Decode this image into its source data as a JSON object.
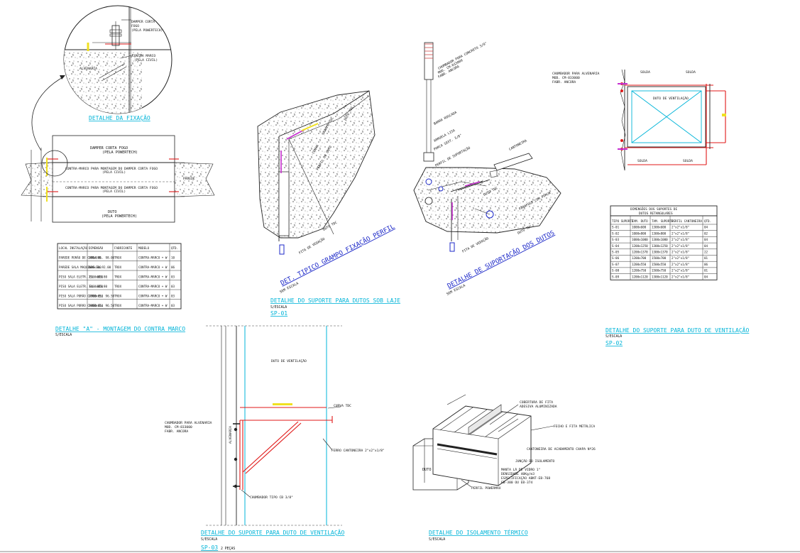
{
  "fixacao": {
    "damper_corta": "DAMPER CORTA",
    "fogo": "FOGO",
    "pela_powertech": "(PELA POWERTECH)",
    "contra_marco": "CONTRA MARCO",
    "pela_civil": "(PELA CIVIL)",
    "alvenaria": "ALVENARIA",
    "caption": "DETALHE DA FIXAÇÃO"
  },
  "montagem": {
    "damper_label": "DAMPER CORTA FOGO",
    "damper_sub": "(PELA POWERTECH)",
    "cm_top": "CONTRA-MARCO PARA MONTAGEM DO DAMPER CORTA FOGO",
    "cm_top_sub": "(PELA CIVIL)",
    "cm_bot": "CONTRA-MARCO PARA MONTAGEM DO DAMPER CORTA FOGO",
    "cm_bot_sub": "(PELA CIVIL)",
    "parede": "PAREDE",
    "duto": "DUTO",
    "duto_sub": "(PELA POWERTECH)",
    "caption": "DETALHE \"A\" - MONTAGEM DO CONTRA MARCO",
    "scale": "S/ESCALA"
  },
  "damper_table": {
    "headers": [
      "LOCAL INSTALAÇÃO",
      "DIMENSÃO",
      "FABRICANTE",
      "MODELO",
      "QTD."
    ],
    "rows": [
      [
        "PAREDE PORÃO DE CARGA EL. 98.00",
        "300x300",
        "TROX",
        "CONTRA-MARCO + W",
        "10"
      ],
      [
        "PAREDE SALA MAQUINAS EL.92.00",
        "600x300",
        "TROX",
        "CONTRA-MARCO + W",
        "06"
      ],
      [
        "PISO SALA ELETR. EL. 101.80",
        "2300x650",
        "TROX",
        "CONTRA-MARCO + W",
        "03"
      ],
      [
        "PISO SALA ELETR. EL. 101.80",
        "1400x650",
        "TROX",
        "CONTRA-MARCO + W",
        "03"
      ],
      [
        "PISO SALA PORÃO CARGO EL. 96.50",
        "2300x650",
        "TROX",
        "CONTRA-MARCO + W",
        "03"
      ],
      [
        "PISO SALA PORÃO CARGO EL. 96.50",
        "1400x650",
        "TROX",
        "CONTRA-MARCO + W",
        "03"
      ]
    ]
  },
  "grampo": {
    "title": "DET. TIPICO GRAMPO FIXAÇÃO PERFIL",
    "scale": "SEM ESCALA",
    "lbl_grampo": "GRAMPO TDC",
    "lbl_duto": "DUTO TDC",
    "lbl_cunha": "CUNHA",
    "lbl_perfil": "PERFIL DO DUTO",
    "lbl_duto2": "DUTO TDC",
    "lbl_fita": "FITA DE VEDAÇÃO",
    "caption": "DETALHE DO SUPORTE PARA DUTOS SOB LAJE",
    "scale2": "S/ESCALA",
    "code": "SP-01"
  },
  "suportacao": {
    "chumbador": "CHUMBADOR PARA CONCRETO 3/8\"",
    "mod": "MOD. CM-833000",
    "fabr": "FABR. ANCORA",
    "barra": "BARRA ROSCADA",
    "arruela": "ARRUELA LISA",
    "porca": "PORCA SEXT. 3/8\"",
    "perfil_sup": "PERFIL DE SUPORTAÇÃO",
    "cantoneira": "CANTONEIRA",
    "duto": "DUTO TDC",
    "parafuso": "PARAFUSO COM PORCA",
    "fita": "FITA DE VEDAÇÃO",
    "title": "DETALHE DE SUPORTAÇÃO DOS DUTOS",
    "scale": "SEM ESCALA"
  },
  "ventilacao_top": {
    "chumbador": "CHUMBADOR PARA ALVENARIA",
    "mod": "MOD. CM-833000",
    "fabr": "FABR. ANCORA",
    "solda1": "SOLDA",
    "solda2": "SOLDA",
    "solda3": "SOLDA",
    "solda4": "SOLDA",
    "duto": "DUTO DE VENTILAÇÃO",
    "caption": "DETALHE DO SUPORTE PARA DUTO DE VENTILAÇÃO",
    "scale": "S/ESCALA",
    "code": "SP-02"
  },
  "support_table": {
    "title1": "DIMENSÕES DOS SUPORTES DE",
    "title2": "DUTOS RETANGULARES",
    "headers": [
      "TIPO SUPORTE",
      "TAM. DUTO",
      "TAM. SUPORTE",
      "PERFIL CANTONEIRA",
      "QTD."
    ],
    "rows": [
      [
        "S-01",
        "1000x600",
        "1300x600",
        "2\"x2\"x1/8\"",
        "04"
      ],
      [
        "S-02",
        "1000x800",
        "1300x800",
        "2\"x2\"x1/8\"",
        "02"
      ],
      [
        "S-03",
        "1000x1000",
        "1300x1000",
        "2\"x2\"x1/8\"",
        "04"
      ],
      [
        "S-04",
        "1200x1250",
        "1300x1250",
        "2\"x2\"x1/8\"",
        "04"
      ],
      [
        "S-05",
        "1200x1370",
        "1300x1370",
        "2\"x2\"x1/8\"",
        "22"
      ],
      [
        "S-06",
        "1200x700",
        "1500x700",
        "2\"x2\"x1/8\"",
        "01"
      ],
      [
        "S-07",
        "1200x550",
        "1500x550",
        "2\"x2\"x1/8\"",
        "06"
      ],
      [
        "S-08",
        "1200x750",
        "1500x750",
        "2\"x2\"x1/8\"",
        "01"
      ],
      [
        "S-09",
        "1200x1120",
        "1300x1120",
        "2\"x2\"x1/8\"",
        "04"
      ]
    ]
  },
  "sp03": {
    "duto": "DUTO DE VENTILAÇÃO",
    "curva": "CURVA TDC",
    "chumbador": "CHUMBADOR PARA ALVENARIA",
    "mod": "MOD. CM-833000",
    "fabr": "FABR. ANCORA",
    "alvenaria": "ALVENARIA",
    "ferro": "FERRO CANTONEIRA 2\"x2\"x1/8\"",
    "chumbador2": "CHUMBADOR TIPO CB 3/8\"",
    "caption": "DETALHE DO SUPORTE PARA DUTO DE VENTILAÇÃO",
    "scale": "S/ESCALA",
    "code": "SP-03",
    "pecas": "2 PEÇAS"
  },
  "isolamento": {
    "cobertura": "COBERTURA DE FITA",
    "adesiva": "ADESIVA ALUMINIZADA",
    "fecho": "FECHO E FITA METÁLICA",
    "cantoneira": "CANTONEIRA DE ACABAMENTO CHAPA Nº26",
    "juncao": "JUNÇÃO DO ISOLAMENTO",
    "manta": "MANTA LÃ DE VIDRO 1\"",
    "densidade": "DENSIDADE 40Kg/m3",
    "especificacao": "ESPECIFICAÇÃO ABNT-EB-768",
    "eb": "EB-300 OU EB-374",
    "perfil": "PERFIL POWERMAX",
    "duto": "DUTO",
    "caption": "DETALHE DO ISOLAMENTO TÉRMICO",
    "scale": "S/ESCALA"
  }
}
